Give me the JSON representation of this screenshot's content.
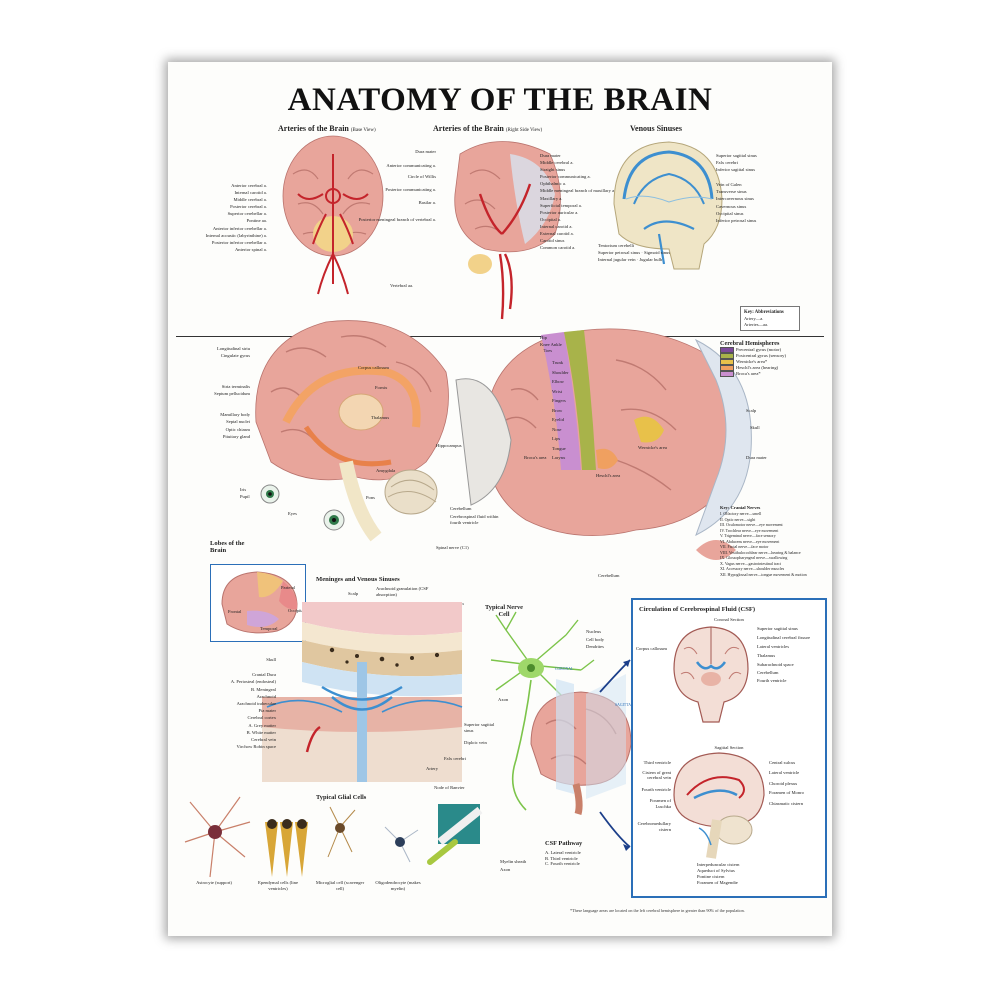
{
  "title": "ANATOMY OF THE BRAIN",
  "sections": {
    "arteries_base": {
      "title": "Arteries of the Brain",
      "note": "(Base View)"
    },
    "arteries_side": {
      "title": "Arteries of the Brain",
      "note": "(Right Side View)"
    },
    "venous_sinuses": {
      "title": "Venous Sinuses"
    },
    "cerebral_hemispheres": {
      "title": "Cerebral Hemispheres"
    },
    "lobes": {
      "title": "Lobes of the Brain"
    },
    "meninges": {
      "title": "Meninges and Venous Sinuses"
    },
    "nerve_cell": {
      "title": "Typical Nerve Cell"
    },
    "glial": {
      "title": "Typical Glial Cells"
    },
    "csf": {
      "title": "Circulation of Cerebrospinal Fluid (CSF)",
      "coronal": "Coronal Section",
      "sagittal": "Sagittal Section"
    },
    "csf_pathway": {
      "title": "CSF Pathway",
      "items": [
        "A. Lateral ventricle",
        "B. Third ventricle",
        "C. Fourth ventricle"
      ]
    }
  },
  "labels": {
    "arteries_base": [
      "Anterior cerebral a.",
      "Internal carotid a.",
      "Middle cerebral a.",
      "Posterior cerebral a.",
      "Superior cerebellar a.",
      "Pontine aa.",
      "Anterior inferior cerebellar a.",
      "Internal acoustic (labyrinthine) a.",
      "Posterior inferior cerebellar a.",
      "Anterior spinal a."
    ],
    "arteries_base_bottom": "Vertebral aa.",
    "arteries_side_left": [
      "Dura mater",
      "Anterior communicating a.",
      "Circle of Willis",
      "Posterior communicating a.",
      "Basilar a.",
      "Posterior meningeal branch of vertebral a."
    ],
    "arteries_side_right": [
      "Dura mater",
      "Middle cerebral a.",
      "Straight sinus",
      "Posterior communicating a.",
      "Ophthalmic a.",
      "Middle meningeal branch of maxillary a.",
      "Maxillary a.",
      "Superficial temporal a.",
      "Posterior auricular a.",
      "Occipital a.",
      "Internal carotid a.",
      "External carotid a.",
      "Carotid sinus",
      "Common carotid a."
    ],
    "venous_right": [
      "Superior sagittal sinus",
      "Falx cerebri",
      "Inferior sagittal sinus",
      "Vein of Galen",
      "Transverse sinus",
      "Intercavernous sinus",
      "Cavernous sinus",
      "Occipital sinus",
      "Inferior petrosal sinus"
    ],
    "venous_bottom": [
      "Tentorium cerebelli",
      "Superior petrosal sinus",
      "Sigmoid sinus",
      "Internal jugular vein",
      "Jugular bulb"
    ],
    "midsagittal_left": [
      "Longitudinal striu",
      "Cingulate gyrus",
      "Stria terminalis",
      "Septum pellucidum",
      "Mamillary body",
      "Septal nuclei",
      "Optic chiasm",
      "Pituitary gland"
    ],
    "midsagittal_inner": [
      "Corpus callosum",
      "Fornix",
      "Thalamus",
      "Hippocampus",
      "Amygdala",
      "Pons",
      "Cerebellum",
      "Cerebrospinal fluid within fourth ventricle",
      "Spinal nerve (C1)"
    ],
    "eye_labels": [
      "Iris",
      "Pupil",
      "Eyes"
    ],
    "homunculus": [
      "Hip",
      "Knee",
      "Ankle",
      "Toes",
      "Trunk",
      "Shoulder",
      "Elbow",
      "Wrist",
      "Fingers",
      "Brow",
      "Eyelid",
      "Nose",
      "Lips",
      "Tongue",
      "Larynx"
    ],
    "areas": [
      "Broca's area",
      "Wernicke's area",
      "Heschl's area"
    ],
    "hemisphere_right": [
      "Scalp",
      "Skull",
      "Dura mater"
    ],
    "cerebellum": "Cerebellum",
    "lobes": [
      "Parietal",
      "Frontal",
      "Occipital",
      "Temporal"
    ],
    "meninges_top": [
      "Scalp",
      "Arachnoid granulation (CSF absorption)",
      "Periosteum"
    ],
    "meninges_left": [
      "Skull",
      "Cranial Dura",
      "A. Periosteal (endosteal)",
      "B. Meningeal",
      "Arachnoid",
      "Arachnoid trabeculae",
      "Pia mater",
      "Cerebral cortex",
      "A. Grey matter",
      "B. White matter",
      "Cerebral vein",
      "Virchow Robin space"
    ],
    "meninges_bottom": [
      "Superior sagittal sinus",
      "Diploic vein",
      "Falx cerebri",
      "Artery",
      "Node of Ranvier"
    ],
    "nerve_cell": [
      "Nucleus",
      "Cell body",
      "Dendrites",
      "Axon"
    ],
    "glial_cells": [
      "Astrocyte (support)",
      "Ependymal cells (line ventricles)",
      "Microglial cell (scavenger cell)",
      "Oligodendrocyte (makes myelin)"
    ],
    "myelin": [
      "Myelin sheath",
      "Axon"
    ],
    "plane_tags": [
      "CORONAL",
      "SAGITTAL"
    ],
    "coronal_left": [
      "Corpus callosum"
    ],
    "coronal_right": [
      "Superior sagittal sinus",
      "Longitudinal cerebral fissure",
      "Lateral ventricles",
      "Thalamus",
      "Subarachnoid space",
      "Cerebellum",
      "Fourth ventricle"
    ],
    "sagittal_left": [
      "Third ventricle",
      "Cistern of great cerebral vein",
      "Fourth ventricle",
      "Foramen of Luschka",
      "Cerebromedullary cistern"
    ],
    "sagittal_right": [
      "Central sulcus",
      "Lateral ventricle",
      "Choroid plexus",
      "Foramen of Monro",
      "Chiasmatic cistern",
      "Interpeduncular cistern",
      "Aqueduct of Sylvius",
      "Pontine cistern",
      "Foramen of Magendie"
    ]
  },
  "keys": {
    "abbreviations": {
      "title": "Key: Abbreviations",
      "rows": [
        "Artery—a.",
        "Arteries—aa."
      ]
    },
    "hemispheres": [
      "Precentral gyrus (motor)",
      "Postcentral gyrus (sensory)",
      "Wernicke's area*",
      "Heschl's area (hearing)",
      "Broca's area*"
    ],
    "cranial_nerves": {
      "title": "Key: Cranial Nerves",
      "rows": [
        "I. Olfactory nerve—smell",
        "II. Optic nerve—sight",
        "III. Oculomotor nerve—eye movement",
        "IV. Trochlear nerve—eye movement",
        "V. Trigeminal nerve—face sensory",
        "VI. Abducens nerve—eye movement",
        "VII. Facial nerve—face motor",
        "VIII. Vestibulocochlear nerve—hearing & balance",
        "IX. Glossopharyngeal nerve—swallowing",
        "X. Vagus nerve—gastrointestinal tract",
        "XI. Accessory nerve—shoulder muscles",
        "XII. Hypoglossal nerve—tongue movement & motion"
      ]
    }
  },
  "footnote": "*These language areas are located on the left cerebral hemisphere in greater than 90% of the population.",
  "colors": {
    "tissue": "#e9a9a0",
    "tissue_dark": "#cf7f78",
    "artery": "#c4242b",
    "vein": "#3d8fd0",
    "frame": "#2b6fb8",
    "motor": "#7c4a9a",
    "sensory": "#a8b34a",
    "wernicke": "#e8c14a",
    "heschl": "#f0a060",
    "broca": "#c98fd0"
  }
}
